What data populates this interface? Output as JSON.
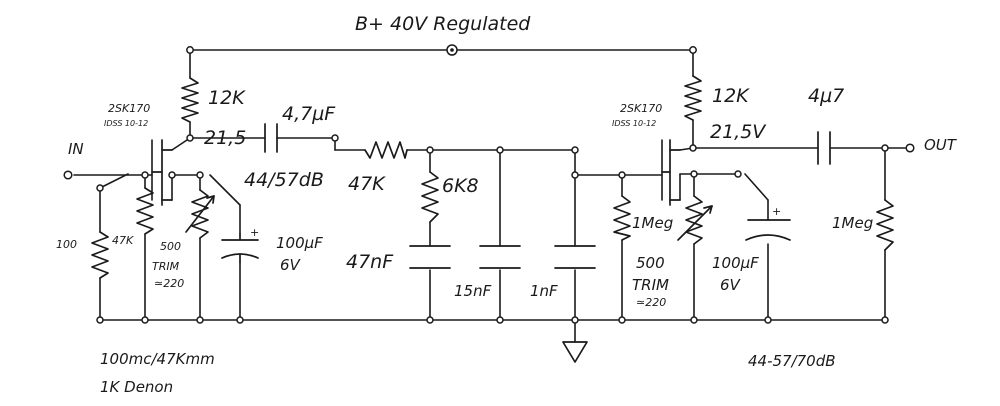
{
  "title": "B+ 40V Regulated",
  "input_label": "IN",
  "output_label": "OUT",
  "stage1": {
    "jfet": "2SK170",
    "idss": "IDSS 10-12",
    "drain_resistor": "12K",
    "drain_voltage": "21,5",
    "coupling_cap": "4,7µF",
    "gain": "44/57dB",
    "input_res_1": "100",
    "input_res_2": "47K",
    "trim_value": "500",
    "trim_label": "TRIM",
    "trim_setting": "≃220",
    "bypass_cap": "100µF",
    "bypass_cap_voltage": "6V"
  },
  "riaa": {
    "series_res": "47K",
    "shunt_res": "6K8",
    "cap_1": "47nF",
    "cap_2": "15nF",
    "cap_3": "1nF"
  },
  "stage2": {
    "jfet": "2SK170",
    "idss": "IDSS 10-12",
    "drain_resistor": "12K",
    "drain_voltage": "21,5V",
    "output_cap": "4µ7",
    "gate_res": "1Meg",
    "trim_value": "500",
    "trim_label": "TRIM",
    "trim_setting": "≃220",
    "bypass_cap": "100µF",
    "bypass_cap_voltage": "6V",
    "output_res": "1Meg"
  },
  "notes": {
    "cartridge_1": "100mc/47Kmm",
    "cartridge_2": "1K Denon",
    "gain_total": "44-57/70dB"
  }
}
